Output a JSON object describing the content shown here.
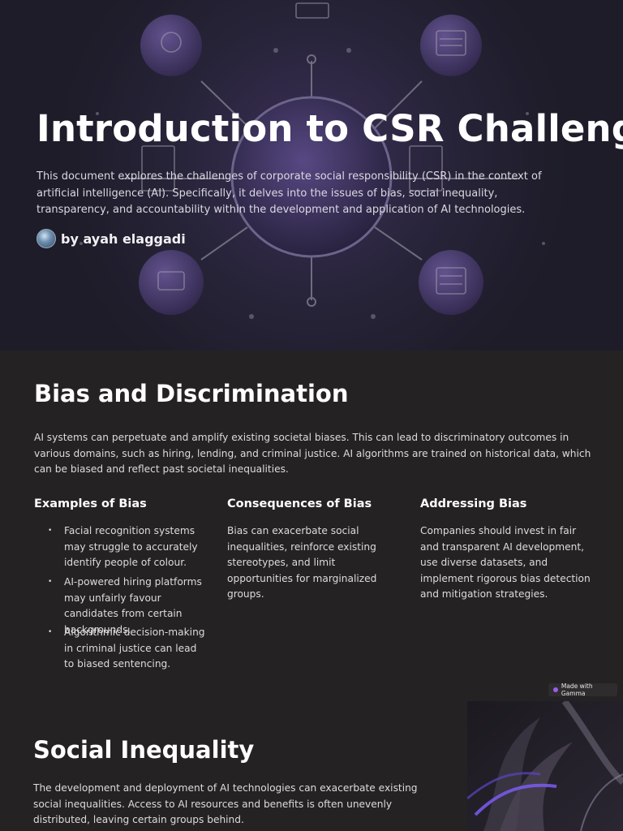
{
  "hero": {
    "title": "Introduction to CSR Challenges",
    "description": "This document explores the challenges of corporate social responsibility (CSR) in the context of artificial intelligence (AI). Specifically, it delves into the issues of bias, social inequality, transparency, and accountability within the development and application of AI technologies.",
    "author": "by ayah elaggadi"
  },
  "bias": {
    "heading": "Bias and Discrimination",
    "intro": "AI systems can perpetuate and amplify existing societal biases. This can lead to discriminatory outcomes in various domains, such as hiring, lending, and criminal justice. AI algorithms are trained on historical data, which can be biased and reflect past societal inequalities.",
    "columns": [
      {
        "title": "Examples of Bias",
        "items": [
          "Facial recognition systems may struggle to accurately identify people of colour.",
          "AI-powered hiring platforms may unfairly favour candidates from certain backgrounds.",
          "Algorithmic decision-making in criminal justice can lead to biased sentencing."
        ]
      },
      {
        "title": "Consequences of Bias",
        "text": "Bias can exacerbate social inequalities, reinforce existing stereotypes, and limit opportunities for marginalized groups."
      },
      {
        "title": "Addressing Bias",
        "text": "Companies should invest in fair and transparent AI development, use diverse datasets, and implement rigorous bias detection and mitigation strategies."
      }
    ]
  },
  "badge": {
    "label": "Made with Gamma"
  },
  "inequality": {
    "heading": "Social Inequality",
    "text": "The development and deployment of AI technologies can exacerbate existing social inequalities. Access to AI resources and benefits is often unevenly distributed, leaving certain groups behind."
  },
  "colors": {
    "background": "#252223",
    "accent": "#9a5cf0"
  }
}
